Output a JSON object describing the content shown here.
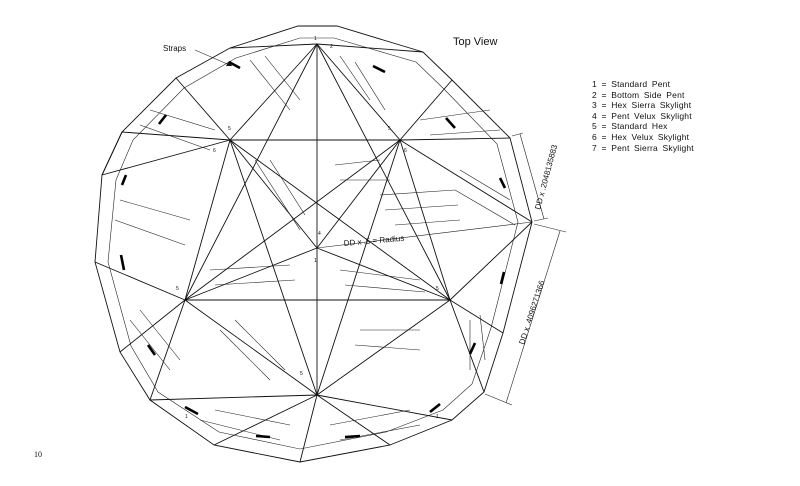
{
  "page": {
    "title": "Top View",
    "straps_label": "Straps",
    "page_number": "10"
  },
  "legend": [
    "1 = Standard Pent",
    "2 = Bottom Side Pent",
    "3 = Hex Sierra Skylight",
    "4 = Pent Velux Skylight",
    "5 = Standard Hex",
    "6 = Hex Velux Skylight",
    "7 = Pent Sierra Skylight"
  ],
  "dimensions": {
    "edge_label": "DD x .2048135883",
    "side_label": "DD x .4096271366",
    "radius_label": "DD x .5 = Radius"
  },
  "panel_numbers": [
    "1",
    "2",
    "4",
    "5",
    "6"
  ]
}
